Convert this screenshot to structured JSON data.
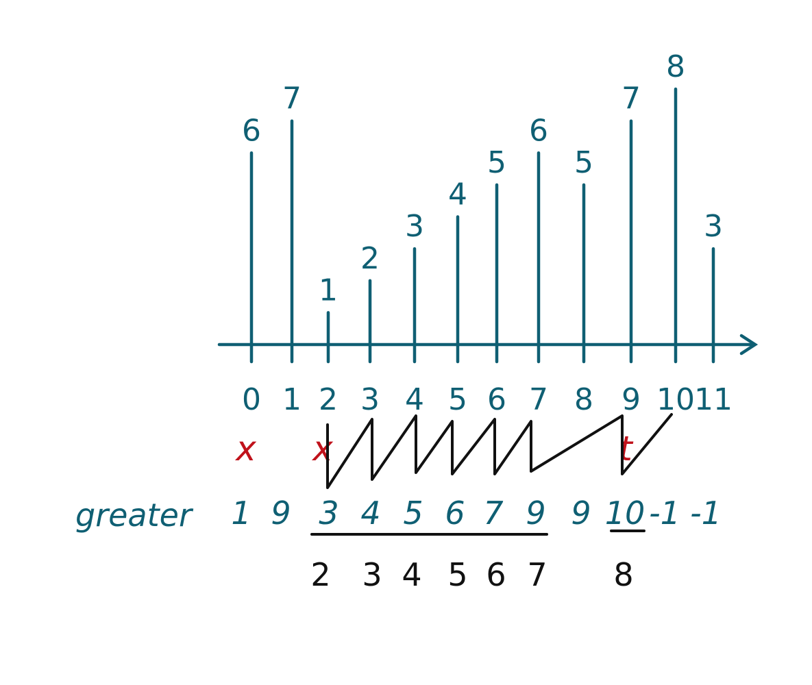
{
  "colors": {
    "teal": "#0f5f73",
    "red": "#c0121b",
    "black": "#111111"
  },
  "chart_data": {
    "type": "bar",
    "categories": [
      "0",
      "1",
      "2",
      "3",
      "4",
      "5",
      "6",
      "7",
      "8",
      "9",
      "10",
      "11"
    ],
    "values": [
      6,
      7,
      1,
      2,
      3,
      4,
      5,
      6,
      5,
      7,
      8,
      3
    ],
    "value_labels": [
      "6",
      "7",
      "1",
      "2",
      "3",
      "4",
      "5",
      "6",
      "5",
      "7",
      "8",
      "3"
    ],
    "ylim": [
      0,
      8
    ]
  },
  "marks": {
    "crossed_indices": [
      0,
      2,
      9
    ],
    "crossed_labels": [
      "x",
      "x",
      "t"
    ]
  },
  "greater": {
    "label": "greater",
    "values": [
      "1",
      "9",
      "3",
      "4",
      "5",
      "6",
      "7",
      "9",
      "9",
      "10",
      "-1",
      "-1"
    ]
  },
  "underline_row": {
    "values": [
      "2",
      "3",
      "4",
      "5",
      "6",
      "7",
      "8"
    ]
  }
}
